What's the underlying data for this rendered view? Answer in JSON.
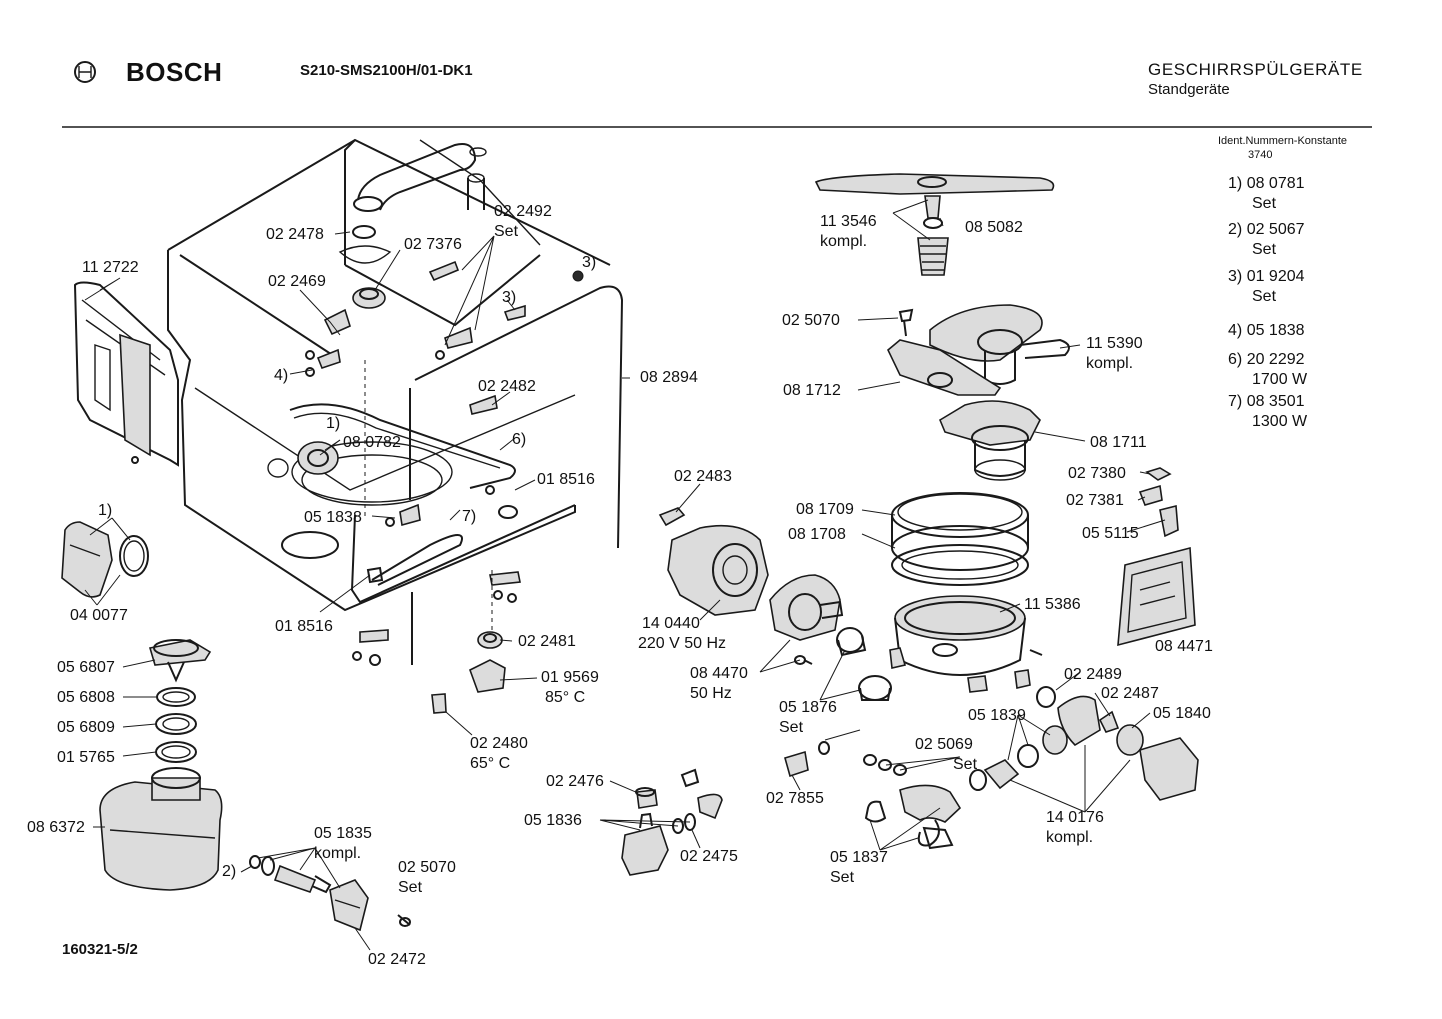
{
  "header": {
    "brand": "BOSCH",
    "model": "S210-SMS2100H/01-DK1",
    "category": "GESCHIRRSPÜLGERÄTE",
    "subcategory": "Standgeräte",
    "constant_title": "Ident.Nummern-Konstante",
    "constant_value": "3740"
  },
  "legend": [
    {
      "num": "1)",
      "code": "08 0781",
      "note": "Set"
    },
    {
      "num": "2)",
      "code": "02 5067",
      "note": "Set"
    },
    {
      "num": "3)",
      "code": "01 9204",
      "note": "Set"
    },
    {
      "num": "4)",
      "code": "05 1838",
      "note": ""
    },
    {
      "num": "6)",
      "code": "20 2292",
      "note": "1700 W"
    },
    {
      "num": "7)",
      "code": "08 3501",
      "note": "1300 W"
    }
  ],
  "labels": {
    "p112722": "11 2722",
    "p022478": "02 2478",
    "p022492": "02 2492",
    "p022492_set": "Set",
    "p027376": "02 7376",
    "p022469": "02 2469",
    "m3a": "3)",
    "m3b": "3)",
    "m4": "4)",
    "p082894": "08 2894",
    "p022482": "02 2482",
    "m1a": "1)",
    "p080782": "08 0782",
    "m6": "6)",
    "p018516a": "01 8516",
    "p051838": "05 1838",
    "m7": "7)",
    "m1b": "1)",
    "p040077": "04 0077",
    "p018516b": "01 8516",
    "p022481": "02 2481",
    "p019569": "01 9569",
    "p019569_t": "85° C",
    "p022480": "02 2480",
    "p022480_t": "65° C",
    "p056807": "05 6807",
    "p056808": "05 6808",
    "p056809": "05 6809",
    "p015765": "01 5765",
    "p086372": "08 6372",
    "p051835": "05 1835",
    "p051835_k": "kompl.",
    "m2": "2)",
    "p025070b": "02 5070",
    "p025070b_set": "Set",
    "p022472": "02 2472",
    "p022476": "02 2476",
    "p051836": "05 1836",
    "p022475": "02 2475",
    "p113546": "11 3546",
    "p113546_k": "kompl.",
    "p085082": "08 5082",
    "p025070a": "02 5070",
    "p115390": "11 5390",
    "p115390_k": "kompl.",
    "p081712": "08 1712",
    "p081711": "08 1711",
    "p022483": "02 2483",
    "p027380": "02 7380",
    "p027381": "02 7381",
    "p055115": "05 5115",
    "p081709": "08 1709",
    "p081708": "08 1708",
    "p115386": "11 5386",
    "p140440": "14 0440",
    "p140440_v": "220 V 50 Hz",
    "p084471": "08 4471",
    "p084470": "08 4470",
    "p084470_hz": "50 Hz",
    "p022489": "02 2489",
    "p022487": "02 2487",
    "p051876": "05 1876",
    "p051876_set": "Set",
    "p051839": "05 1839",
    "p051840": "05 1840",
    "p025069": "02 5069",
    "p025069_set": "Set",
    "p027855": "02 7855",
    "p140176": "14 0176",
    "p140176_k": "kompl.",
    "p051837": "05 1837",
    "p051837_set": "Set"
  },
  "footer": {
    "doc_number": "160321-5/2"
  }
}
